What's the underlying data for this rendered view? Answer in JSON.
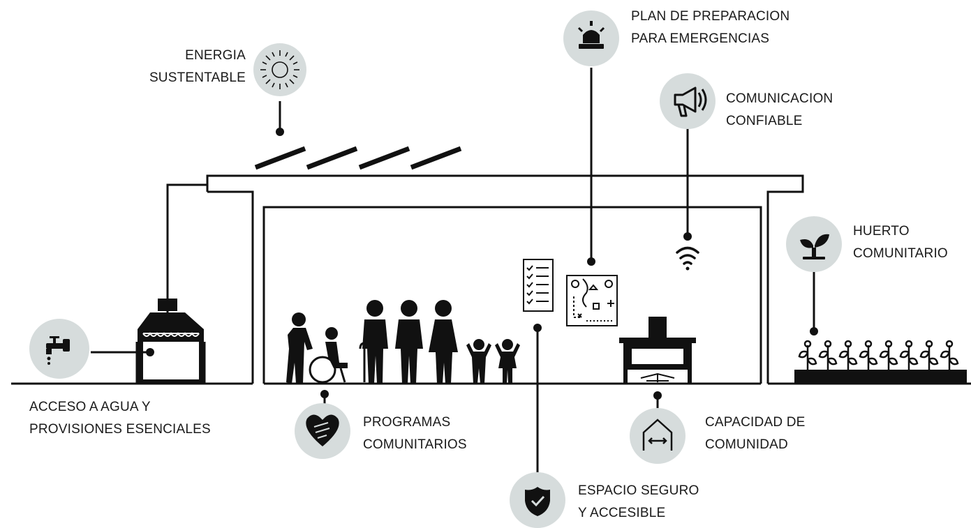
{
  "labels": {
    "energia": [
      "ENERGIA",
      "SUSTENTABLE"
    ],
    "plan": [
      "PLAN DE PREPARACION",
      "PARA EMERGENCIAS"
    ],
    "comunicacion": [
      "COMUNICACION",
      "CONFIABLE"
    ],
    "huerto": [
      "HUERTO",
      "COMUNITARIO"
    ],
    "agua": [
      "ACCESO A AGUA Y",
      "PROVISIONES ESENCIALES"
    ],
    "programas": [
      "PROGRAMAS",
      "COMUNITARIOS"
    ],
    "capacidad": [
      "CAPACIDAD DE",
      "COMUNIDAD"
    ],
    "espacio": [
      "ESPACIO SEGURO",
      "Y ACCESIBLE"
    ]
  },
  "icons": {
    "energia": "sun-icon",
    "plan": "siren-icon",
    "comunicacion": "megaphone-icon",
    "huerto": "sprout-icon",
    "agua": "faucet-icon",
    "programas": "heart-hands-icon",
    "capacidad": "house-capacity-icon",
    "espacio": "shield-check-icon"
  },
  "colors": {
    "circle": "#d6dcdc",
    "ink": "#111111",
    "text": "#1a1a1a"
  }
}
